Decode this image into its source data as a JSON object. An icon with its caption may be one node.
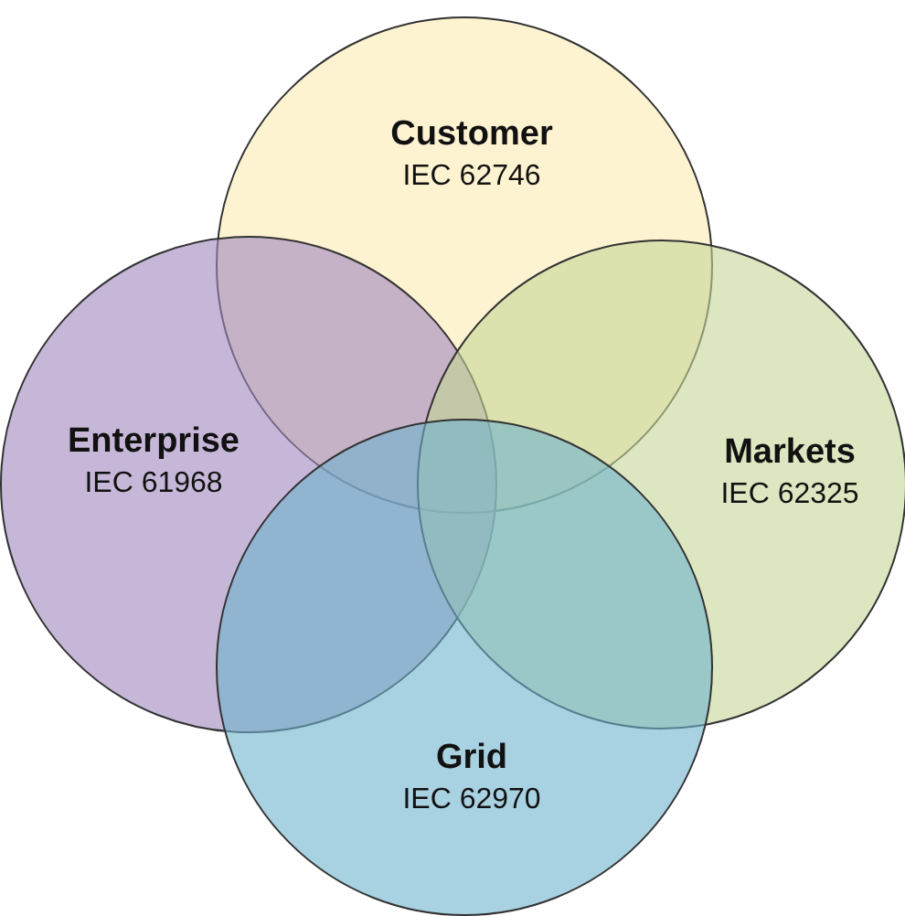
{
  "diagram": {
    "nodes": [
      {
        "text": [
          "Customer",
          "IEC 62746"
        ]
      },
      {
        "text": [
          "Enterprise",
          "IEC 61968"
        ]
      },
      {
        "text": [
          "Markets",
          "IEC 62325"
        ]
      },
      {
        "text": [
          "Grid",
          "IEC 62970"
        ]
      }
    ]
  }
}
